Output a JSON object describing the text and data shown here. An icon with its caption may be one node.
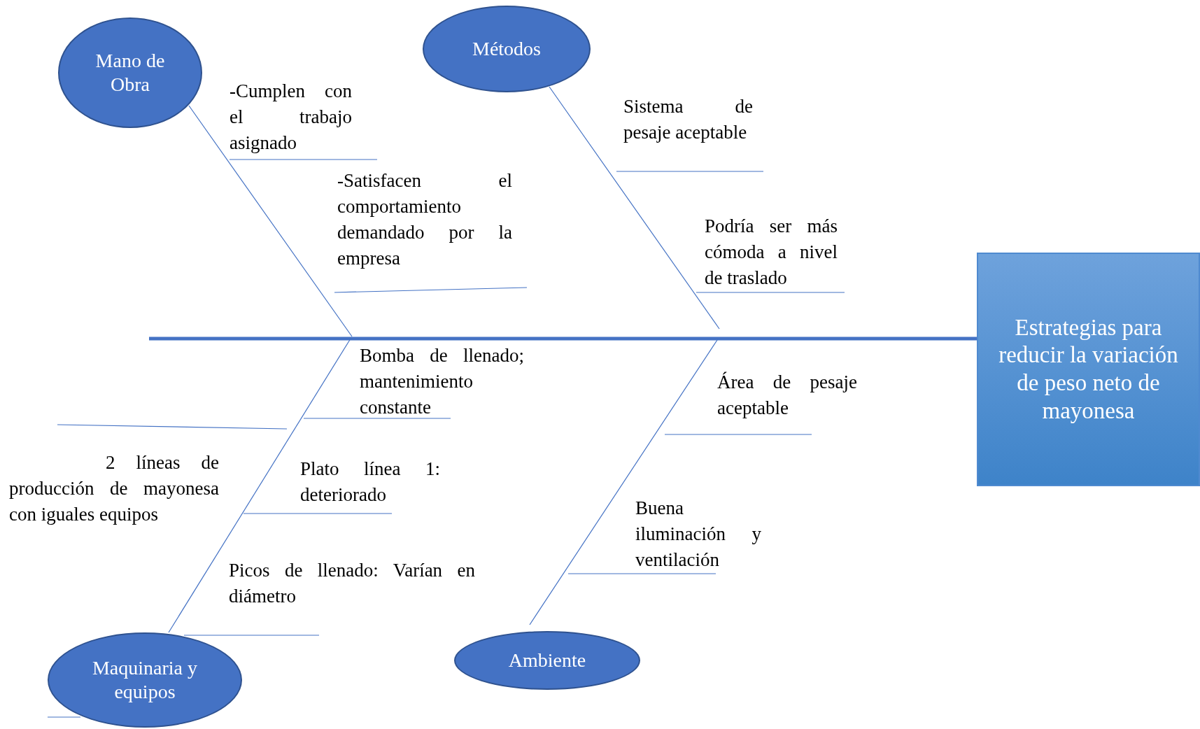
{
  "diagram": {
    "nodes": [
      {
        "text": [
          "Estrategias para reducir la variación de peso neto de mayonesa"
        ]
      },
      {
        "text": [
          "Mano de Obra"
        ]
      },
      {
        "text": [
          "Métodos"
        ]
      },
      {
        "text": [
          "Maquinaria y equipos"
        ]
      },
      {
        "text": [
          "Ambiente"
        ]
      }
    ],
    "edges": [
      {
        "from": null,
        "to": 0,
        "arrow": "none",
        "style": "thick"
      },
      {
        "from": 1,
        "to": null,
        "arrow": "none"
      },
      {
        "from": 2,
        "to": null,
        "arrow": "none"
      },
      {
        "from": 3,
        "to": null,
        "arrow": "none"
      },
      {
        "from": 4,
        "to": null,
        "arrow": "none"
      }
    ],
    "labels": [
      "-Cumplen con el trabajo asignado",
      "-Satisfacen el comportamiento demandado por la empresa",
      "Sistema de pesaje aceptable",
      "Podría ser más cómoda a nivel de traslado",
      "Bomba de llenado; mantenimiento constante",
      "2 líneas de producción de mayonesa con iguales equipos",
      "Plato línea 1: deteriorado",
      "Picos de llenado: Varían en diámetro",
      "Área de pesaje aceptable",
      "Buena iluminación y ventilación"
    ]
  }
}
